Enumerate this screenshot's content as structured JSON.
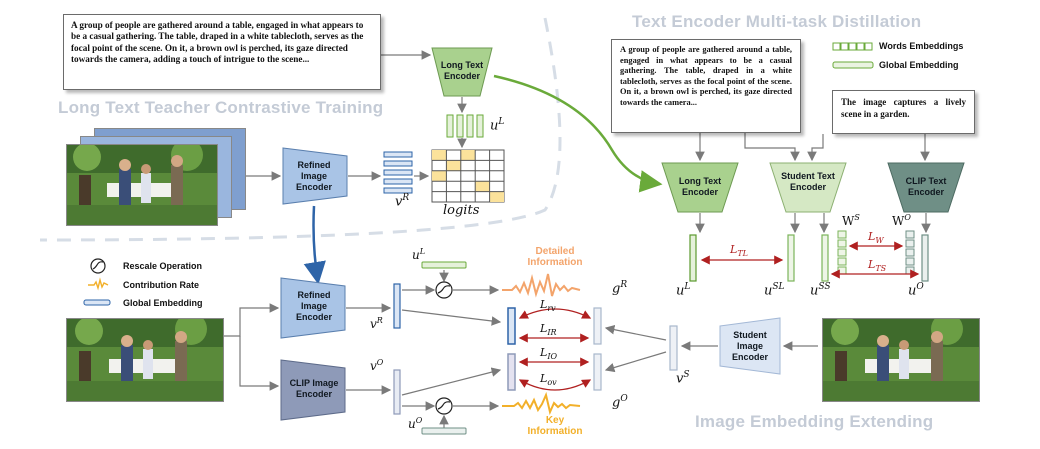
{
  "sections": {
    "teacher_title": "Long Text Teacher Contrastive Training",
    "distill_title": "Text Encoder Multi-task Distillation",
    "extend_title": "Image Embedding Extending"
  },
  "texts": {
    "long_caption": "A group of people are gathered around a table, engaged in what appears to be a casual gathering. The table, draped in a white tablecloth, serves as the focal point of the scene. On it, a brown owl is perched, its gaze directed towards the camera, adding a touch of intrigue to the scene...",
    "long_caption_2": "A group of people are gathered around a table, engaged in what appears to be a casual gathering. The table, draped in a white tablecloth, serves as the focal point of the scene. On it, a brown owl is perched, its gaze directed towards the camera...",
    "short_caption": "The image captures a lively scene in a garden."
  },
  "encoders": {
    "long_text_top": "Long Text Encoder",
    "refined_top": "Refined Image Encoder",
    "long_text_right": "Long Text Encoder",
    "student_text": "Student Text Encoder",
    "clip_text": "CLIP Text Encoder",
    "refined_bottom": "Refined Image Encoder",
    "clip_image": "CLIP Image Encoder",
    "student_image": "Student Image Encoder"
  },
  "labels": {
    "logits": "logits",
    "detailed_info": "Detailed Information",
    "key_info": "Key Information"
  },
  "legend": {
    "words_embeddings": "Words Embeddings",
    "global_embedding_top": "Global Embedding",
    "rescale": "Rescale Operation",
    "contribution": "Contribution Rate",
    "global_embedding_bottom": "Global Embedding"
  },
  "symbols": {
    "uL_top": "u",
    "uL_top_sup": "L",
    "vR_top": "v",
    "vR_top_sup": "R",
    "uL_right": "u",
    "uL_right_sup": "L",
    "uSL": "u",
    "uSL_sup": "SL",
    "uSS": "u",
    "uSS_sup": "SS",
    "uO_right": "u",
    "uO_right_sup": "O",
    "WS": "W",
    "WS_sup": "S",
    "WO": "W",
    "WO_sup": "O",
    "L_TL": "L",
    "L_TL_sub": "TL",
    "L_W": "L",
    "L_W_sub": "W",
    "L_TS": "L",
    "L_TS_sub": "TS",
    "uL_bottom": "u",
    "uL_bottom_sup": "L",
    "vR_bottom": "v",
    "vR_bottom_sup": "R",
    "vO": "v",
    "vO_sup": "O",
    "uO_bottom": "u",
    "uO_bottom_sup": "O",
    "gR": "g",
    "gR_sup": "R",
    "gO": "g",
    "gO_sup": "O",
    "vS": "v",
    "vS_sup": "S",
    "L_rv": "L",
    "L_rv_sub": "rv",
    "L_IR": "L",
    "L_IR_sub": "IR",
    "L_IO": "L",
    "L_IO_sub": "IO",
    "L_ov": "L",
    "L_ov_sub": "ov"
  },
  "colors": {
    "green_encoder": "#a9d18e",
    "light_green_encoder": "#d5e8c4",
    "gray_green_encoder": "#6f8f86",
    "blue_encoder": "#a9c4e6",
    "slate_encoder": "#8e9ab8",
    "pale_blue_encoder": "#dce6f4",
    "green_arrow": "#6aaa3a",
    "blue_arrow": "#2e64a8",
    "red_arrow": "#b02020",
    "orange_detail": "#f3a46b",
    "gold_key": "#f2b02a",
    "heat_cell": "#fbe29b",
    "section_title": "#c4cbd6"
  },
  "icons": {
    "rescale": "rescale-op-icon",
    "contribution": "contribution-wave-icon",
    "global_embedding": "global-embedding-icon",
    "words_embeddings": "words-embeddings-icon"
  }
}
